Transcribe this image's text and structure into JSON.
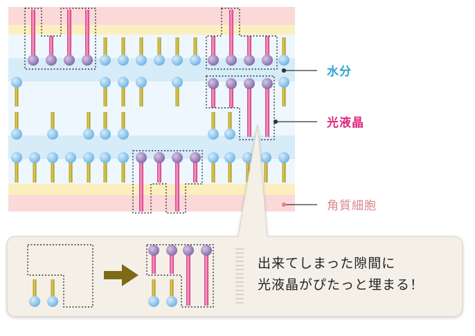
{
  "labels": {
    "water": "水分",
    "crystal": "光液晶",
    "stratum": "角質細胞"
  },
  "caption": {
    "line1": "出来てしまった隙間に",
    "line2": "光液晶がぴたっと埋まる！"
  },
  "colors": {
    "water_text": "#2aa3d4",
    "crystal_text": "#e0287f",
    "stratum_text": "#d9868e",
    "stratum_band": "#fbd9d9",
    "cream_band": "#fbefbf",
    "water_band": "#d6ecf8",
    "lipid_head": "#8fc6ec",
    "lipid_tail": "#c9b227",
    "crystal_head": "#9c83b8",
    "crystal_tail": "#ec6aa6",
    "arrow": "#7d6a17",
    "panel_bg": "#f3efe6"
  }
}
